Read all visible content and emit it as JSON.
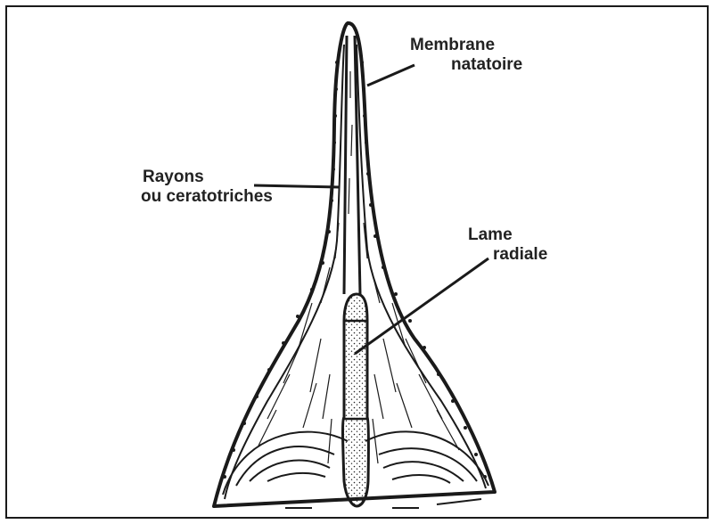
{
  "diagram": {
    "labels": {
      "membrane_line1": "Membrane",
      "membrane_line2": "natatoire",
      "rayons_line1": "Rayons",
      "rayons_line2": "ou ceratotriches",
      "lame_line1": "Lame",
      "lame_line2": "radiale"
    },
    "colors": {
      "ink": "#1a1a1a",
      "paper": "#ffffff"
    }
  }
}
